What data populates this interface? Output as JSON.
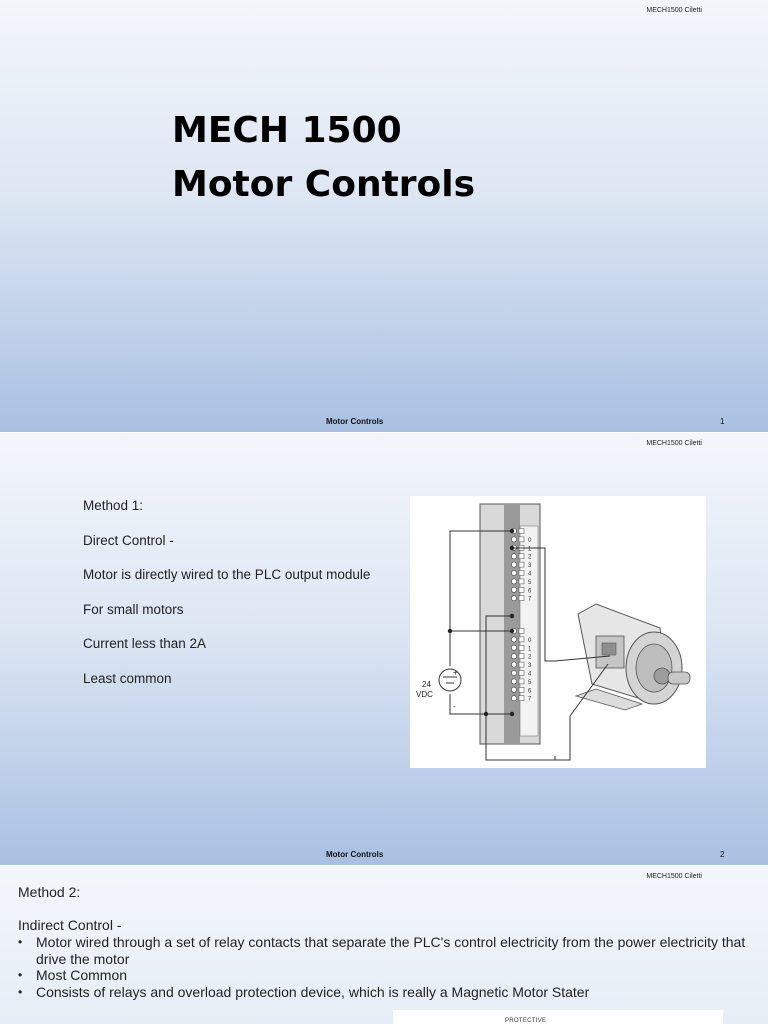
{
  "header_text": "MECH1500 Ciletti",
  "footer_title": "Motor Controls",
  "slide1": {
    "title_line1": "MECH 1500",
    "title_line2": "Motor Controls",
    "page_number": "1"
  },
  "slide2": {
    "items": [
      "Method 1:",
      "Direct Control -",
      "Motor is directly wired to the PLC output module",
      "For small motors",
      "Current less than 2A",
      "Least common"
    ],
    "page_number": "2",
    "diagram": {
      "voltage_label_1": "24",
      "voltage_label_2": "VDC",
      "plus": "+",
      "minus": "-",
      "terminal_numbers_top": [
        "0",
        "1",
        "2",
        "3",
        "4",
        "5",
        "6",
        "7"
      ],
      "terminal_numbers_bottom": [
        "0",
        "1",
        "2",
        "3",
        "4",
        "5",
        "6",
        "7"
      ]
    }
  },
  "slide3": {
    "method": "Method 2:",
    "indirect": "Indirect Control -",
    "bullets": [
      "Motor wired through a set of relay contacts that separate the PLC's control electricity from the power electricity that drive the motor",
      "Most Common",
      "Consists of relays and overload protection device, which is really a Magnetic Motor Stater"
    ],
    "protective_label": "PROTECTIVE"
  }
}
